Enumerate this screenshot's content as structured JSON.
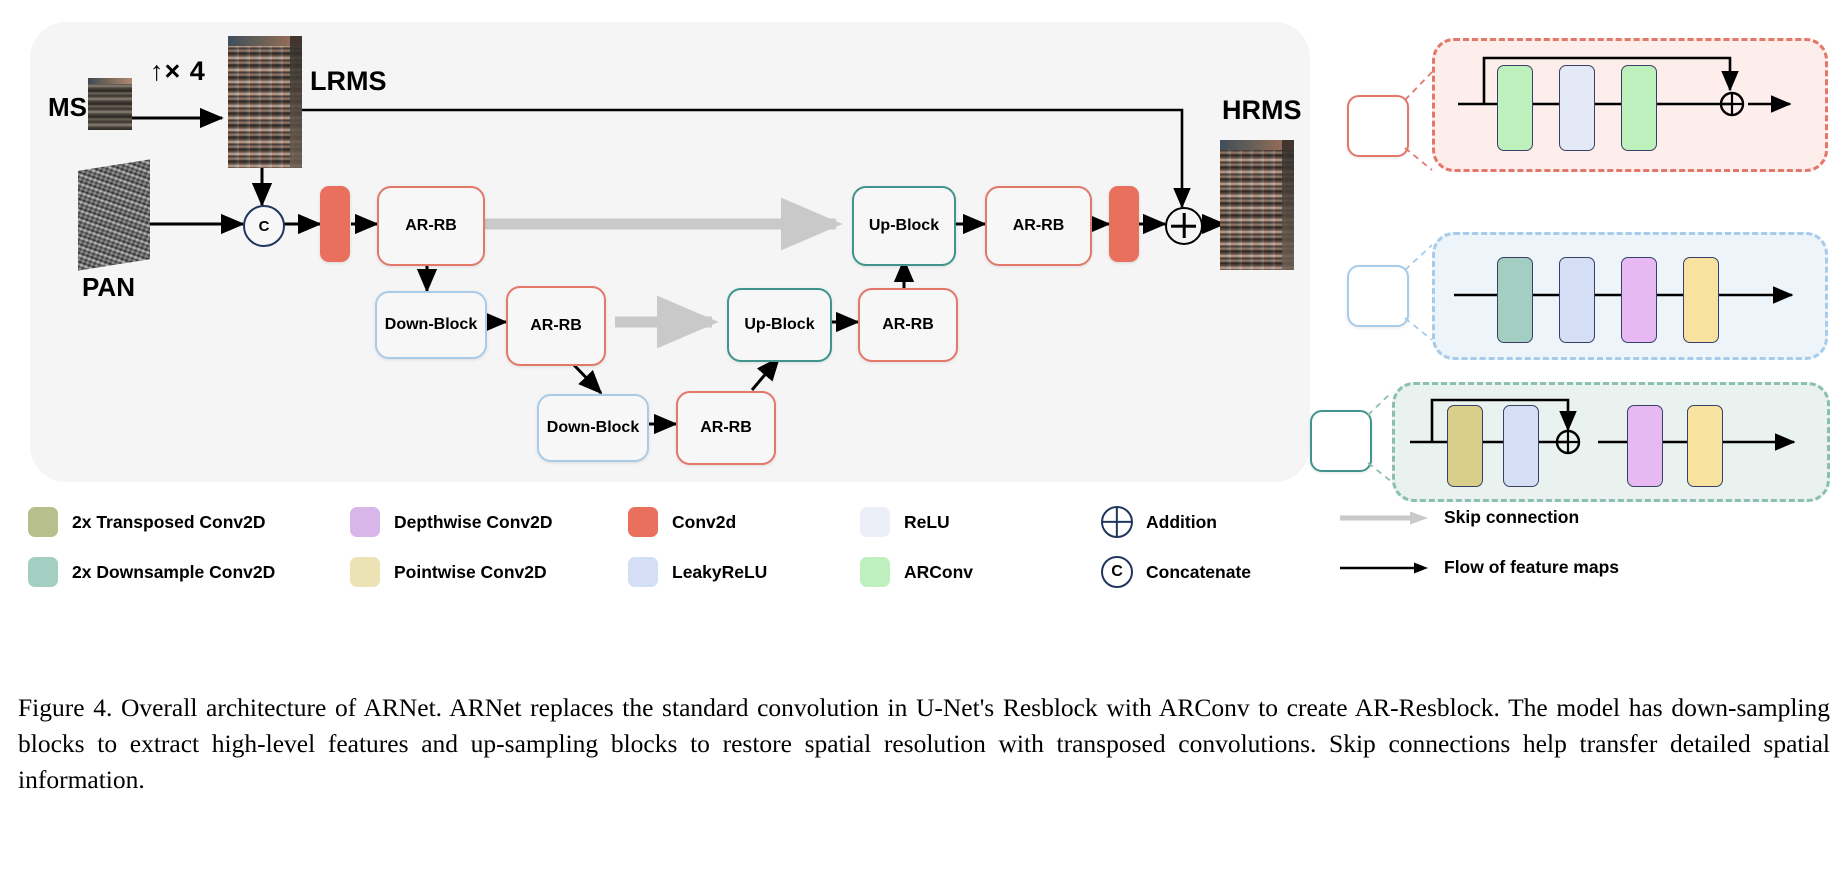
{
  "figure": {
    "caption": "Figure 4.  Overall architecture of ARNet.  ARNet replaces the standard convolution in U-Net's Resblock with ARConv to create AR-Resblock.  The model has down-sampling blocks to extract high-level features and up-sampling blocks to restore spatial resolution with transposed convolutions. Skip connections help transfer detailed spatial information."
  },
  "diagram": {
    "inputs": {
      "ms_label": "MS",
      "pan_label": "PAN",
      "upsample_label": "↑× 4",
      "lrms_label": "LRMS",
      "hrms_label": "HRMS"
    },
    "nodes": {
      "concat": "C",
      "conv_in": "Conv2d",
      "conv_out": "Conv2d",
      "addition": "⊕",
      "arrb_l0": "AR-RB",
      "down_l1": "Down-Block",
      "arrb_l1": "AR-RB",
      "down_l2": "Down-Block",
      "arrb_l2": "AR-RB",
      "up_l1": "Up-Block",
      "arrb_up1": "AR-RB",
      "up_l0": "Up-Block",
      "arrb_out": "AR-RB"
    }
  },
  "legend": {
    "items": [
      {
        "name": "2x Transposed Conv2D",
        "color": "#b7c08c",
        "kind": "swatch"
      },
      {
        "name": "Depthwise Conv2D",
        "color": "#d9b6ea",
        "kind": "swatch"
      },
      {
        "name": "Conv2d",
        "color": "#e8705c",
        "kind": "swatch"
      },
      {
        "name": "ReLU",
        "color": "#eceef8",
        "kind": "swatch"
      },
      {
        "name": "Addition",
        "color": "#20365e",
        "kind": "circle-plus"
      },
      {
        "name": "Skip connection",
        "color": "#c9c9c9",
        "kind": "arrow"
      },
      {
        "name": "2x Downsample Conv2D",
        "color": "#a3cfc2",
        "kind": "swatch"
      },
      {
        "name": "Pointwise Conv2D",
        "color": "#ece3b5",
        "kind": "swatch"
      },
      {
        "name": "LeakyReLU",
        "color": "#d4dff5",
        "kind": "swatch"
      },
      {
        "name": "ARConv",
        "color": "#bdf0bd",
        "kind": "swatch"
      },
      {
        "name": "Concatenate",
        "color": "#20365e",
        "kind": "circle-c",
        "glyph": "C"
      },
      {
        "name": "Flow of feature maps",
        "color": "#000000",
        "kind": "arrow"
      }
    ]
  },
  "detail_cards": [
    {
      "id": "ar-resblock",
      "accent": "#e2776a",
      "fill": "#fdeeeb",
      "has_skip": true,
      "has_addition": true,
      "stages": [
        {
          "label": "ARConv",
          "color": "#bdf0bd"
        },
        {
          "label": "LeakyReLU",
          "color": "#e4e9f8"
        },
        {
          "label": "ARConv",
          "color": "#bdf0bd"
        }
      ]
    },
    {
      "id": "down-block",
      "accent": "#a7cbe8",
      "fill": "#edf5fb",
      "has_skip": false,
      "has_addition": false,
      "stages": [
        {
          "label": "2x Downsample Conv2D",
          "color": "#a3cfc2"
        },
        {
          "label": "LeakyReLU",
          "color": "#d4dff5"
        },
        {
          "label": "Depthwise Conv2D",
          "color": "#e7b9f2"
        },
        {
          "label": "Pointwise Conv2D",
          "color": "#f7e2a0"
        }
      ]
    },
    {
      "id": "up-block",
      "accent": "#8cbfb4",
      "fill": "#eaf2ef",
      "has_skip": true,
      "has_addition": true,
      "stages": [
        {
          "label": "2x Transposed Conv2D",
          "color": "#d9cf8a"
        },
        {
          "label": "LeakyReLU",
          "color": "#d4dff5"
        },
        {
          "label": "Depthwise Conv2D",
          "color": "#e7b9f2"
        },
        {
          "label": "Pointwise Conv2D",
          "color": "#f7e2a0"
        }
      ]
    }
  ]
}
